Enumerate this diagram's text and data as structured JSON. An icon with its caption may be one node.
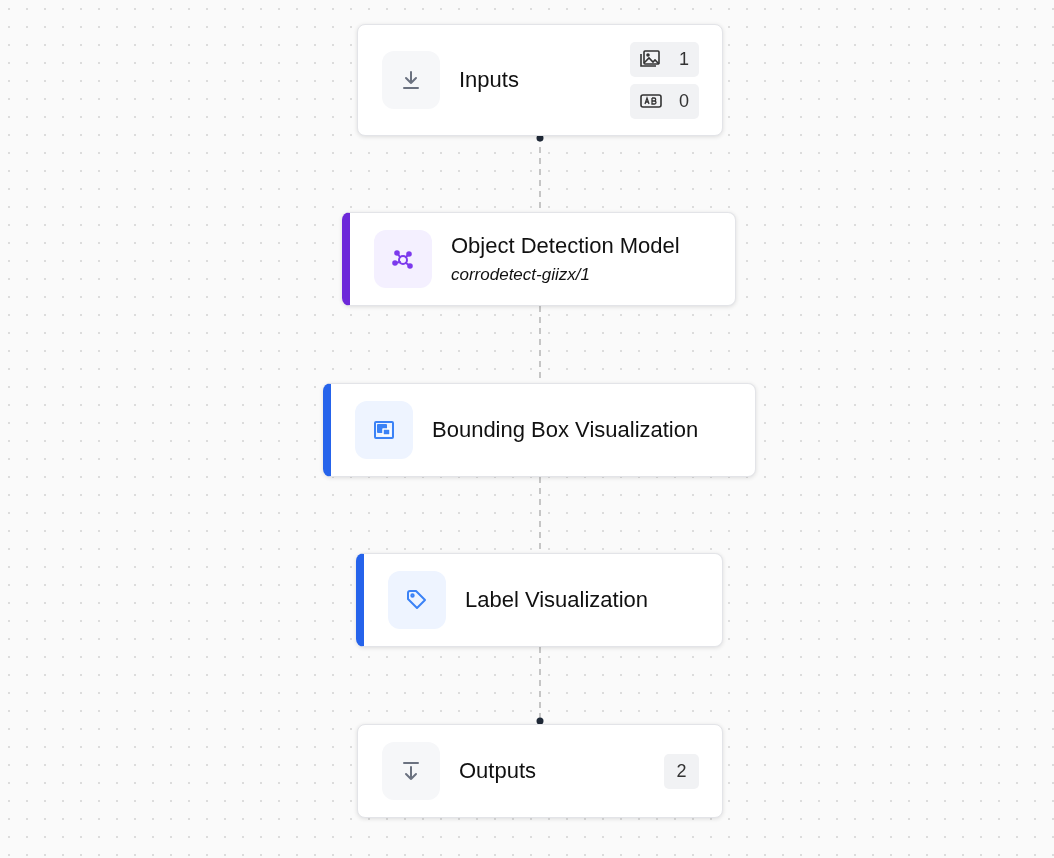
{
  "diagram": {
    "nodes": [
      {
        "text": [
          "Inputs",
          "1",
          "0"
        ]
      },
      {
        "text": [
          "Object Detection Model",
          "corrodetect-giizx/1"
        ]
      },
      {
        "text": [
          "Bounding Box Visualization"
        ]
      },
      {
        "text": [
          "Label Visualization"
        ]
      },
      {
        "text": [
          "Outputs",
          "2"
        ]
      }
    ],
    "edges": [
      {
        "from": 0,
        "to": 1,
        "arrow": "none",
        "style": "dashed"
      },
      {
        "from": 1,
        "to": 2,
        "arrow": "none",
        "style": "dashed"
      },
      {
        "from": 2,
        "to": 3,
        "arrow": "none",
        "style": "dashed"
      },
      {
        "from": 3,
        "to": 4,
        "arrow": "none",
        "style": "dashed"
      }
    ]
  }
}
